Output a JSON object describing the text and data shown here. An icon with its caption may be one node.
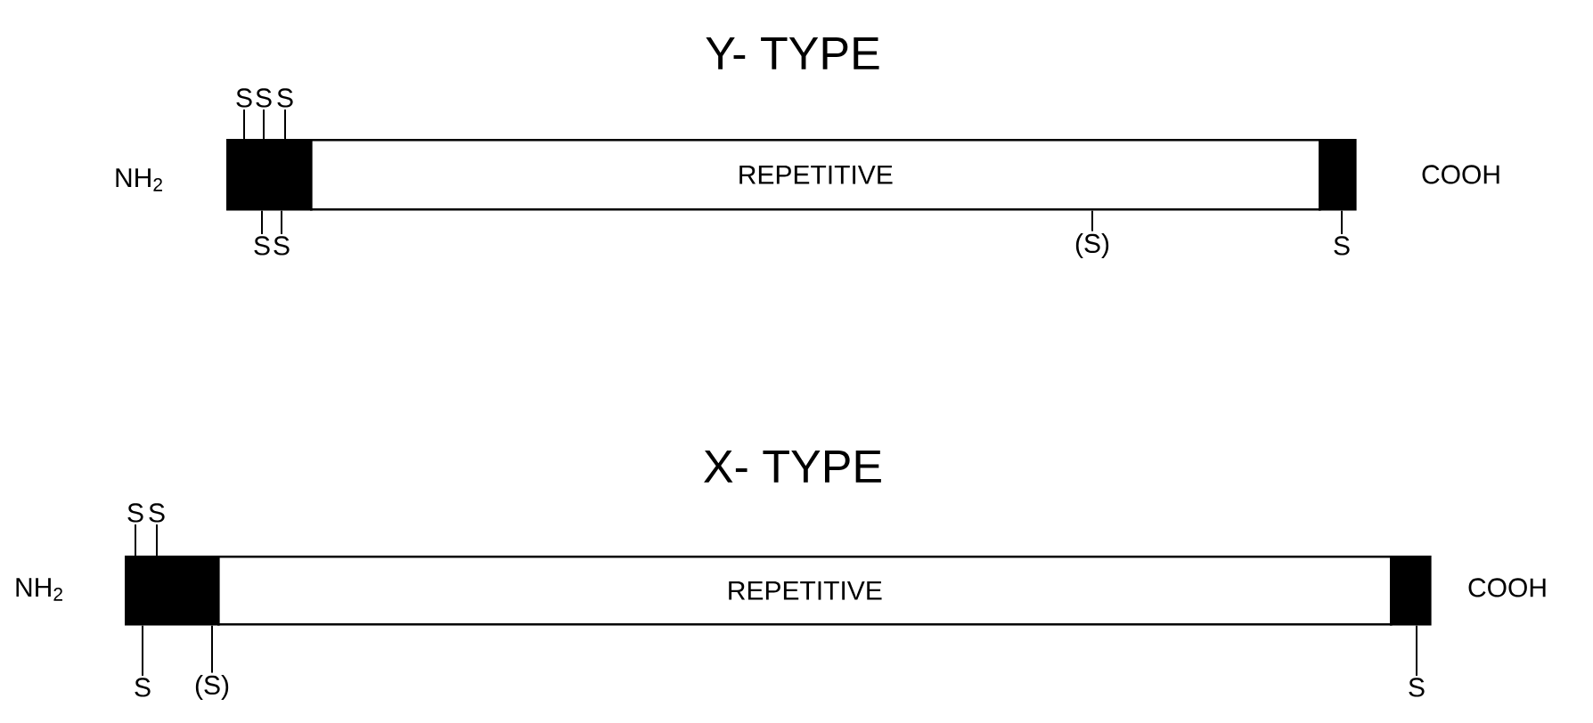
{
  "diagram": {
    "nodes": [
      {
        "text": [],
        "shape": "box",
        "beside": [
          "NH$_{2}$"
        ]
      },
      {
        "text": [
          "REPETITIVE"
        ]
      },
      {
        "text": [],
        "shape": "box",
        "beside": [
          "COOH"
        ]
      },
      {
        "text": [
          "S"
        ]
      },
      {
        "text": [
          "S"
        ]
      },
      {
        "text": [
          "S"
        ]
      },
      {
        "text": [
          "S"
        ]
      },
      {
        "text": [
          "S"
        ]
      },
      {
        "text": [
          "(S)"
        ]
      },
      {
        "text": [
          "S"
        ]
      },
      {
        "text": [],
        "shape": "box",
        "beside": [
          "NH$_{2}$"
        ]
      },
      {
        "text": [
          "REPETITIVE"
        ]
      },
      {
        "text": [],
        "shape": "box",
        "beside": [
          "COOH"
        ]
      },
      {
        "text": [
          "S"
        ]
      },
      {
        "text": [
          "S"
        ]
      },
      {
        "text": [
          "S"
        ]
      },
      {
        "text": [
          "(S)"
        ]
      },
      {
        "text": [
          "S"
        ]
      }
    ],
    "edges": [
      {
        "from": 3,
        "to": 0,
        "arrow": "none"
      },
      {
        "from": 4,
        "to": 0,
        "arrow": "none"
      },
      {
        "from": 5,
        "to": 0,
        "arrow": "none"
      },
      {
        "from": 6,
        "to": 0,
        "arrow": "none"
      },
      {
        "from": 7,
        "to": 0,
        "arrow": "none"
      },
      {
        "from": 8,
        "to": 1,
        "arrow": "none"
      },
      {
        "from": 9,
        "to": 2,
        "arrow": "none"
      },
      {
        "from": 13,
        "to": 10,
        "arrow": "none"
      },
      {
        "from": 14,
        "to": 10,
        "arrow": "none"
      },
      {
        "from": 15,
        "to": 10,
        "arrow": "none"
      },
      {
        "from": 16,
        "to": 10,
        "arrow": "none"
      },
      {
        "from": 17,
        "to": 12,
        "arrow": "none"
      }
    ],
    "labels": [
      "Y- TYPE",
      "X- TYPE"
    ]
  }
}
